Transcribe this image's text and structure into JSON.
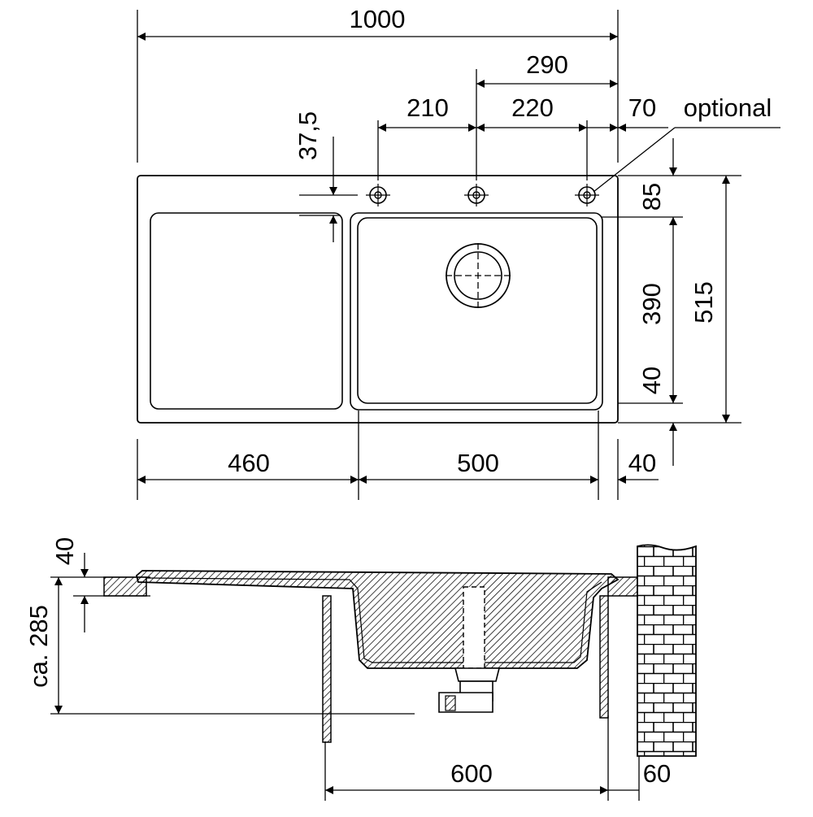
{
  "top_view": {
    "dimensions": {
      "overall_width": "1000",
      "tap_offset": "290",
      "hole_spacing_left": "210",
      "hole_spacing_right": "220",
      "optional_offset": "70",
      "optional_label": "optional",
      "hole_edge_distance": "37,5",
      "rear_depth": "85",
      "bowl_depth": "390",
      "overall_depth": "515",
      "front_depth": "40",
      "drainer_width": "460",
      "bowl_width": "500",
      "right_edge": "40"
    }
  },
  "side_view": {
    "dimensions": {
      "rim_thickness": "40",
      "bowl_height": "ca. 285",
      "cabinet_width": "600",
      "wall_gap": "60"
    }
  }
}
